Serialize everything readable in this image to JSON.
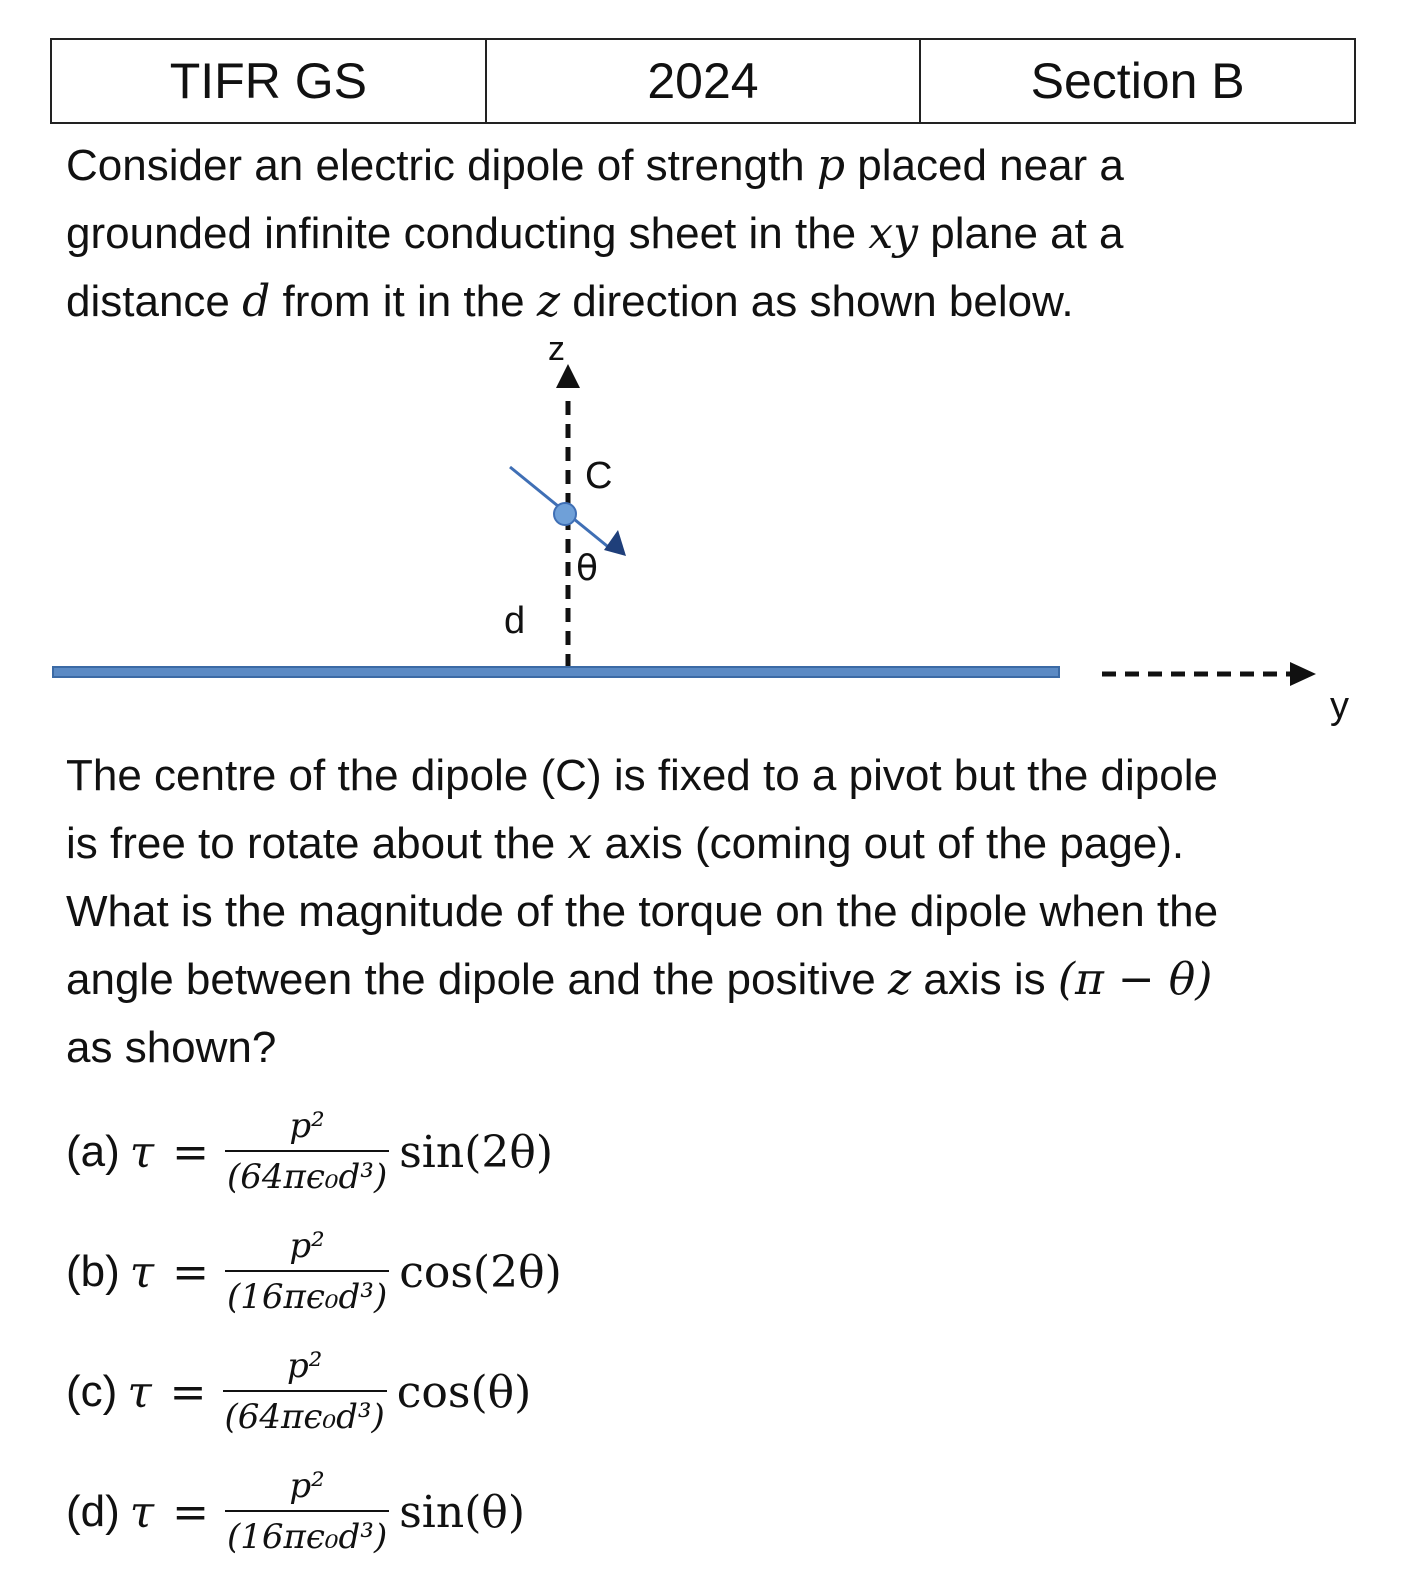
{
  "header": {
    "col1": "TIFR GS",
    "col2": "2024",
    "col3": "Section B"
  },
  "intro": {
    "l1a": "Consider an electric dipole of strength ",
    "l1m": "p",
    "l1b": " placed near a",
    "l2a": "grounded infinite conducting sheet in the ",
    "l2m": "xy",
    "l2b": " plane at a",
    "l3a": "distance ",
    "l3m": "d",
    "l3b": " from it in the ",
    "l3m2": "z",
    "l3c": " direction as shown below."
  },
  "diagram": {
    "z_label": "z",
    "y_label": "y",
    "center_label": "C",
    "theta_label": "θ",
    "d_label": "d"
  },
  "question": {
    "l1": "The centre of the dipole (C) is fixed to a pivot but the dipole",
    "l2a": "is free to rotate about the ",
    "l2m": "x",
    "l2b": " axis (coming out of the page).",
    "l3": "What is the magnitude of the torque on the dipole when the",
    "l4a": "angle between the dipole and the positive ",
    "l4m": "z",
    "l4b": " axis is ",
    "l4m2": "(π − θ)",
    "l5": "as shown?"
  },
  "options": [
    {
      "label": "(a)",
      "tau": "τ",
      "eq": "=",
      "num": "p²",
      "den": "(64πϵ₀d³)",
      "fn": "sin(2θ)"
    },
    {
      "label": "(b)",
      "tau": "τ",
      "eq": "=",
      "num": "p²",
      "den": "(16πϵ₀d³)",
      "fn": "cos(2θ)"
    },
    {
      "label": "(c)",
      "tau": "τ",
      "eq": "=",
      "num": "p²",
      "den": "(64πϵ₀d³)",
      "fn": "cos(θ)"
    },
    {
      "label": "(d)",
      "tau": "τ",
      "eq": "=",
      "num": "p²",
      "den": "(16πϵ₀d³)",
      "fn": "sin(θ)"
    }
  ],
  "colors": {
    "sheet": "#5b8ac4",
    "dipole": "#3f6fb5",
    "dot": "#6fa0d8",
    "arrow": "#1f3f7a"
  }
}
